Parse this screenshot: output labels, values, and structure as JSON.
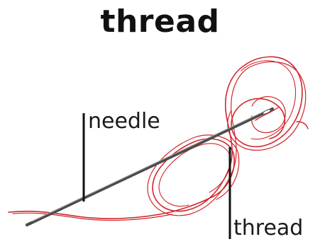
{
  "title": "thread",
  "labels": {
    "needle": "needle",
    "thread": "thread"
  },
  "colors": {
    "thread": "#d0262d",
    "needle": "#4a4a4a",
    "leader_line": "#111111",
    "title": "#111111"
  }
}
